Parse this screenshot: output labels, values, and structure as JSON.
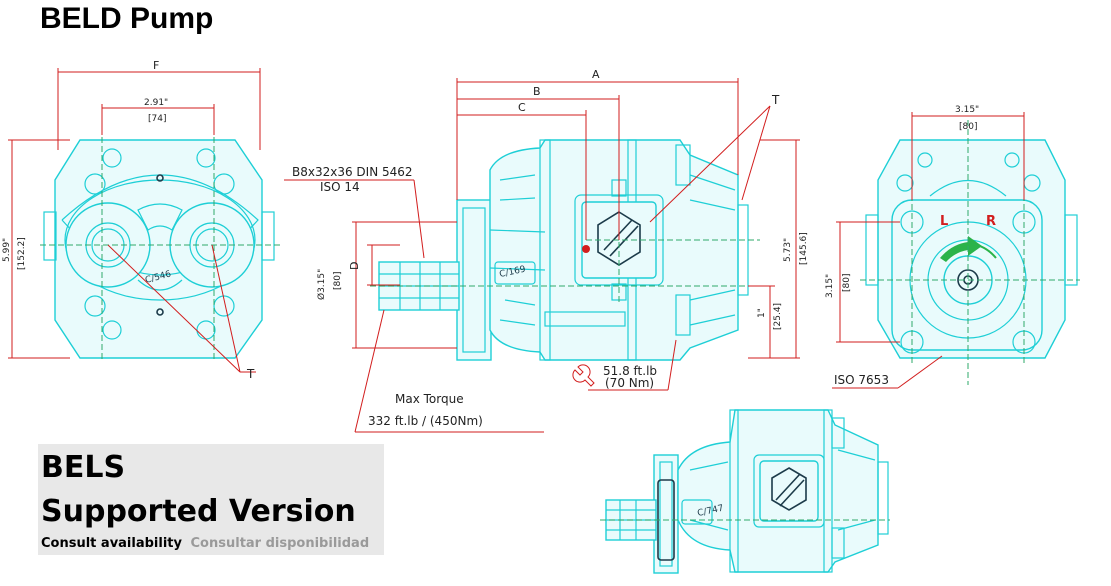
{
  "title": "BELD Pump",
  "dimensions": {
    "F": "F",
    "A": "A",
    "B": "B",
    "C": "C",
    "D": "D",
    "T_left": "T",
    "T_right": "T",
    "ports_2_91": "2.91\"",
    "ports_74": "[74]",
    "height_5_99": "5.99\"",
    "height_152_2": "[152.2]",
    "shaft_3_15": "Ø3.15\"",
    "shaft_80": "[80]",
    "height_5_73": "5.73\"",
    "height_145_6": "[145.6]",
    "offset_1": "1\"",
    "offset_25_4": "[25.4]",
    "right_3_15": "3.15\"",
    "right_80": "[80]",
    "right_side_3_15": "3.15\"",
    "right_side_80": "[80]"
  },
  "callouts": {
    "spline_line1": "B8x32x36 DIN 5462",
    "spline_line2": "ISO 14",
    "torque_line1": "Max Torque",
    "torque_line2": "332 ft.lb / (450Nm)",
    "bolt_torque_line1": "51.8 ft.lb",
    "bolt_torque_line2": "(70 Nm)",
    "iso_flange": "ISO 7653",
    "rotation_left": "L",
    "rotation_right": "R"
  },
  "markings": {
    "left_body": "C/546",
    "side_body": "C/169",
    "lower_body": "C/747"
  },
  "bels": {
    "line1": "BELS",
    "line2": "Supported Version",
    "note_en": "Consult availability",
    "note_es": "Consultar disponibilidad"
  },
  "colors": {
    "drawing_lines": "#1ecfd6",
    "dimension_lines": "#d21e1e",
    "center_lines": "#2ea86a",
    "rotation_arrow": "#2bb34a",
    "panel_background": "#e8e8e8"
  }
}
